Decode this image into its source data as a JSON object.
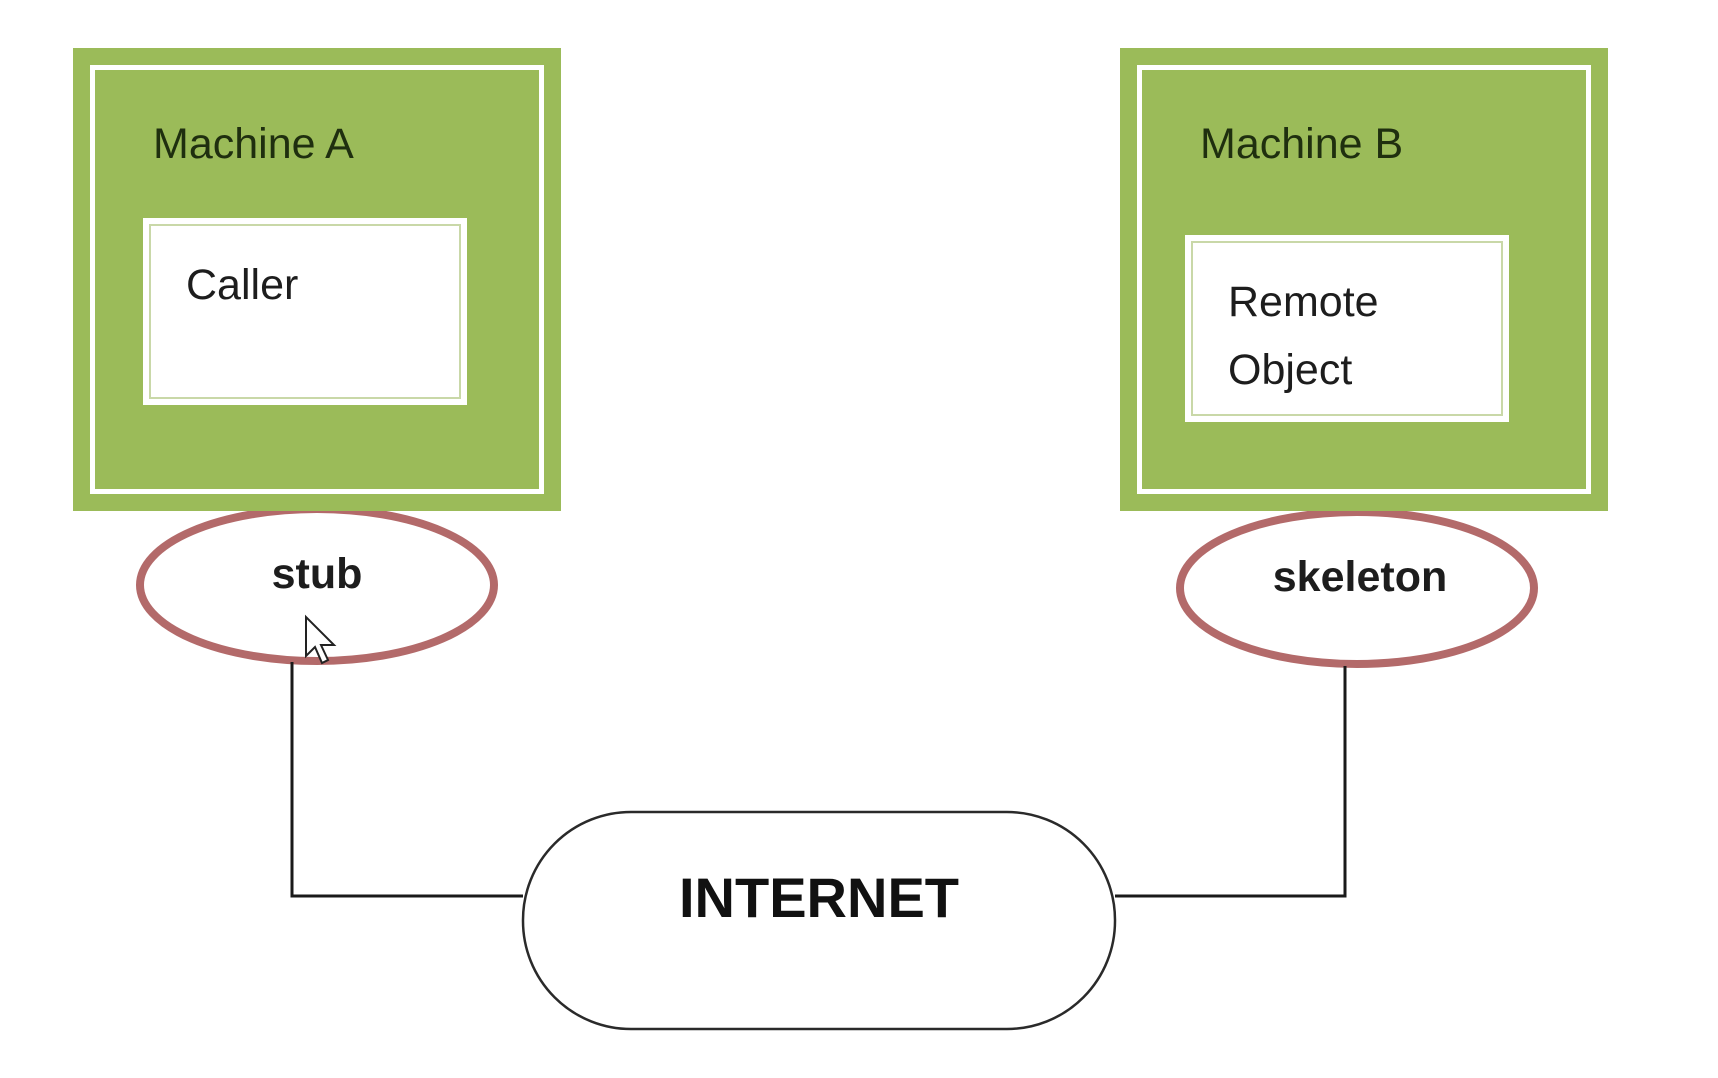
{
  "diagram": {
    "machine_a": {
      "title": "Machine A",
      "component_label": "Caller"
    },
    "machine_b": {
      "title": "Machine B",
      "component_label": "Remote\nObject"
    },
    "stub_label": "stub",
    "skeleton_label": "skeleton",
    "network_label": "INTERNET"
  },
  "colors": {
    "machine_fill": "#9bbb59",
    "ellipse_stroke": "#b36a6a",
    "connector": "#1a1a1a"
  }
}
